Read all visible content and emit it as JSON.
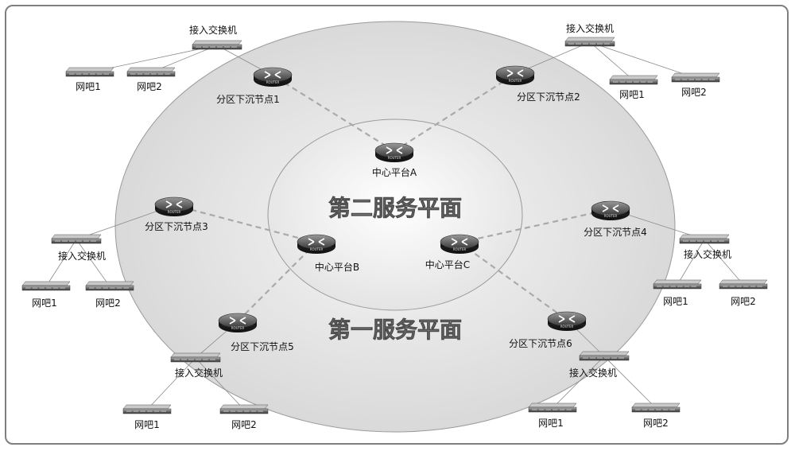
{
  "planes": {
    "inner": "第二服务平面",
    "outer": "第一服务平面"
  },
  "router_badge": "ROUTER",
  "central_platforms": [
    {
      "id": "A",
      "label": "中心平台A"
    },
    {
      "id": "B",
      "label": "中心平台B"
    },
    {
      "id": "C",
      "label": "中心平台C"
    }
  ],
  "edge_nodes": [
    {
      "id": 1,
      "label": "分区下沉节点1",
      "platform": "A"
    },
    {
      "id": 2,
      "label": "分区下沉节点2",
      "platform": "A"
    },
    {
      "id": 3,
      "label": "分区下沉节点3",
      "platform": "B"
    },
    {
      "id": 4,
      "label": "分区下沉节点4",
      "platform": "C"
    },
    {
      "id": 5,
      "label": "分区下沉节点5",
      "platform": "B"
    },
    {
      "id": 6,
      "label": "分区下沉节点6",
      "platform": "C"
    }
  ],
  "access_switch_label": "接入交换机",
  "netbar_labels": [
    "网吧1",
    "网吧2"
  ]
}
